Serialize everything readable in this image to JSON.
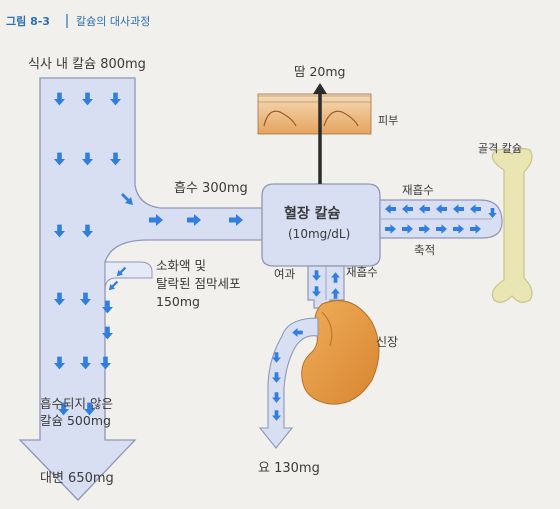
{
  "figure": {
    "number": "그림 8-3",
    "title": "칼슘의 대사과정"
  },
  "labels": {
    "dietary_calcium": "식사 내 칼슘 800mg",
    "absorption": "흡수 300mg",
    "secretion_line1": "소화액 및",
    "secretion_line2": "탈락된 점막세포",
    "secretion_line3": "150mg",
    "unabsorbed_line1": "흡수되지 않은",
    "unabsorbed_line2": "칼슘 500mg",
    "feces": "대변 650mg",
    "sweat": "땀 20mg",
    "skin": "피부",
    "blood_line1": "혈장 칼슘",
    "blood_line2": "(10mg/dL)",
    "bone": "골격 칼슘",
    "bone_resorption": "재흡수",
    "bone_deposition": "축적",
    "filtration": "여과",
    "kidney_reabsorption": "재흡수",
    "kidney": "신장",
    "urine": "요 130mg"
  },
  "colors": {
    "pipe_fill": "#d9dff3",
    "pipe_edge": "#8f96b8",
    "arrow_blue": "#2f7ee0",
    "kidney": "#e59a40",
    "bone": "#e9e6b4",
    "skin_top": "#f0d2a8",
    "skin_bottom": "#e7a35c"
  }
}
